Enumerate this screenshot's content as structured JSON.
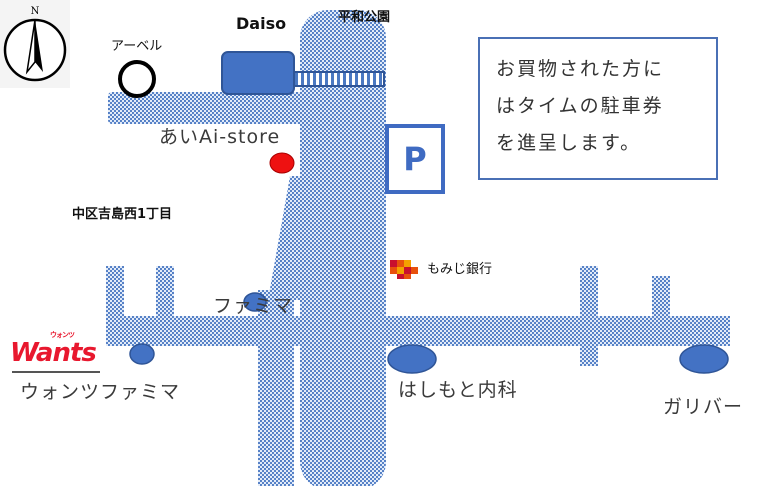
{
  "compass": {
    "north_label": "N"
  },
  "notice": {
    "lines": [
      "お買物された方に",
      "はタイムの駐車券",
      "を進呈します。"
    ]
  },
  "parking": {
    "label": "P"
  },
  "labels": {
    "daiso": "Daiso",
    "heiwa_park": "平和公園",
    "aberu": "アーベル",
    "ai_store": "あいAi-store",
    "address": "中区吉島西1丁目",
    "momiji_bank": "もみじ銀行",
    "familymart_1": "ファミマ",
    "wants_familymart": "ウォンツファミマ",
    "hashimoto_clinic": "はしもと内科",
    "gulliver": "ガリバー"
  },
  "logo": {
    "brand": "Wants",
    "kana": "ウォンツ"
  },
  "colors": {
    "road": "#4a78c2",
    "marker_blue": "#4372c4",
    "marker_blue_stroke": "#2f5597",
    "marker_red": "#ee1111",
    "notice_border": "#4a70b5",
    "parking_blue": "#3f6bc2",
    "wants_red": "#e8182e",
    "bank_logo": [
      "#e8500c",
      "#f4a000",
      "#c8102e"
    ]
  }
}
